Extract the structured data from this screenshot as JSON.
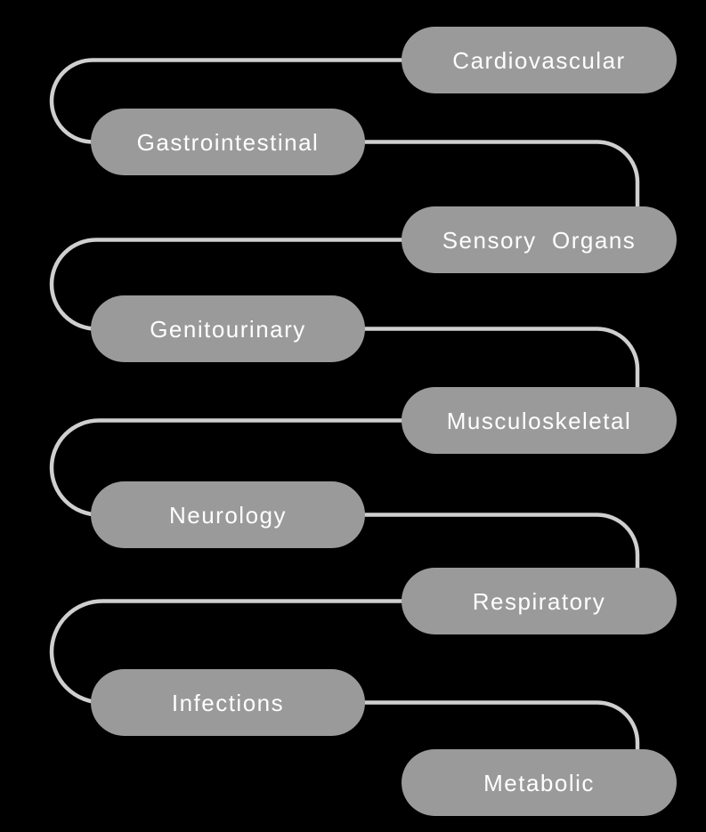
{
  "diagram": {
    "title": "",
    "background_color": "#000000",
    "node_fill_color": "#9a9a9a",
    "node_text_color": "#ffffff",
    "connector_color": "#cfcfcf",
    "nodes": [
      {
        "label": "Cardiovascular",
        "side": "right"
      },
      {
        "label": "Gastrointestinal",
        "side": "left"
      },
      {
        "label": "Sensory  Organs",
        "side": "right"
      },
      {
        "label": "Genitourinary",
        "side": "left"
      },
      {
        "label": "Musculoskeletal",
        "side": "right"
      },
      {
        "label": "Neurology",
        "side": "left"
      },
      {
        "label": "Respiratory",
        "side": "right"
      },
      {
        "label": "Infections",
        "side": "left"
      },
      {
        "label": "Metabolic",
        "side": "right"
      }
    ]
  }
}
